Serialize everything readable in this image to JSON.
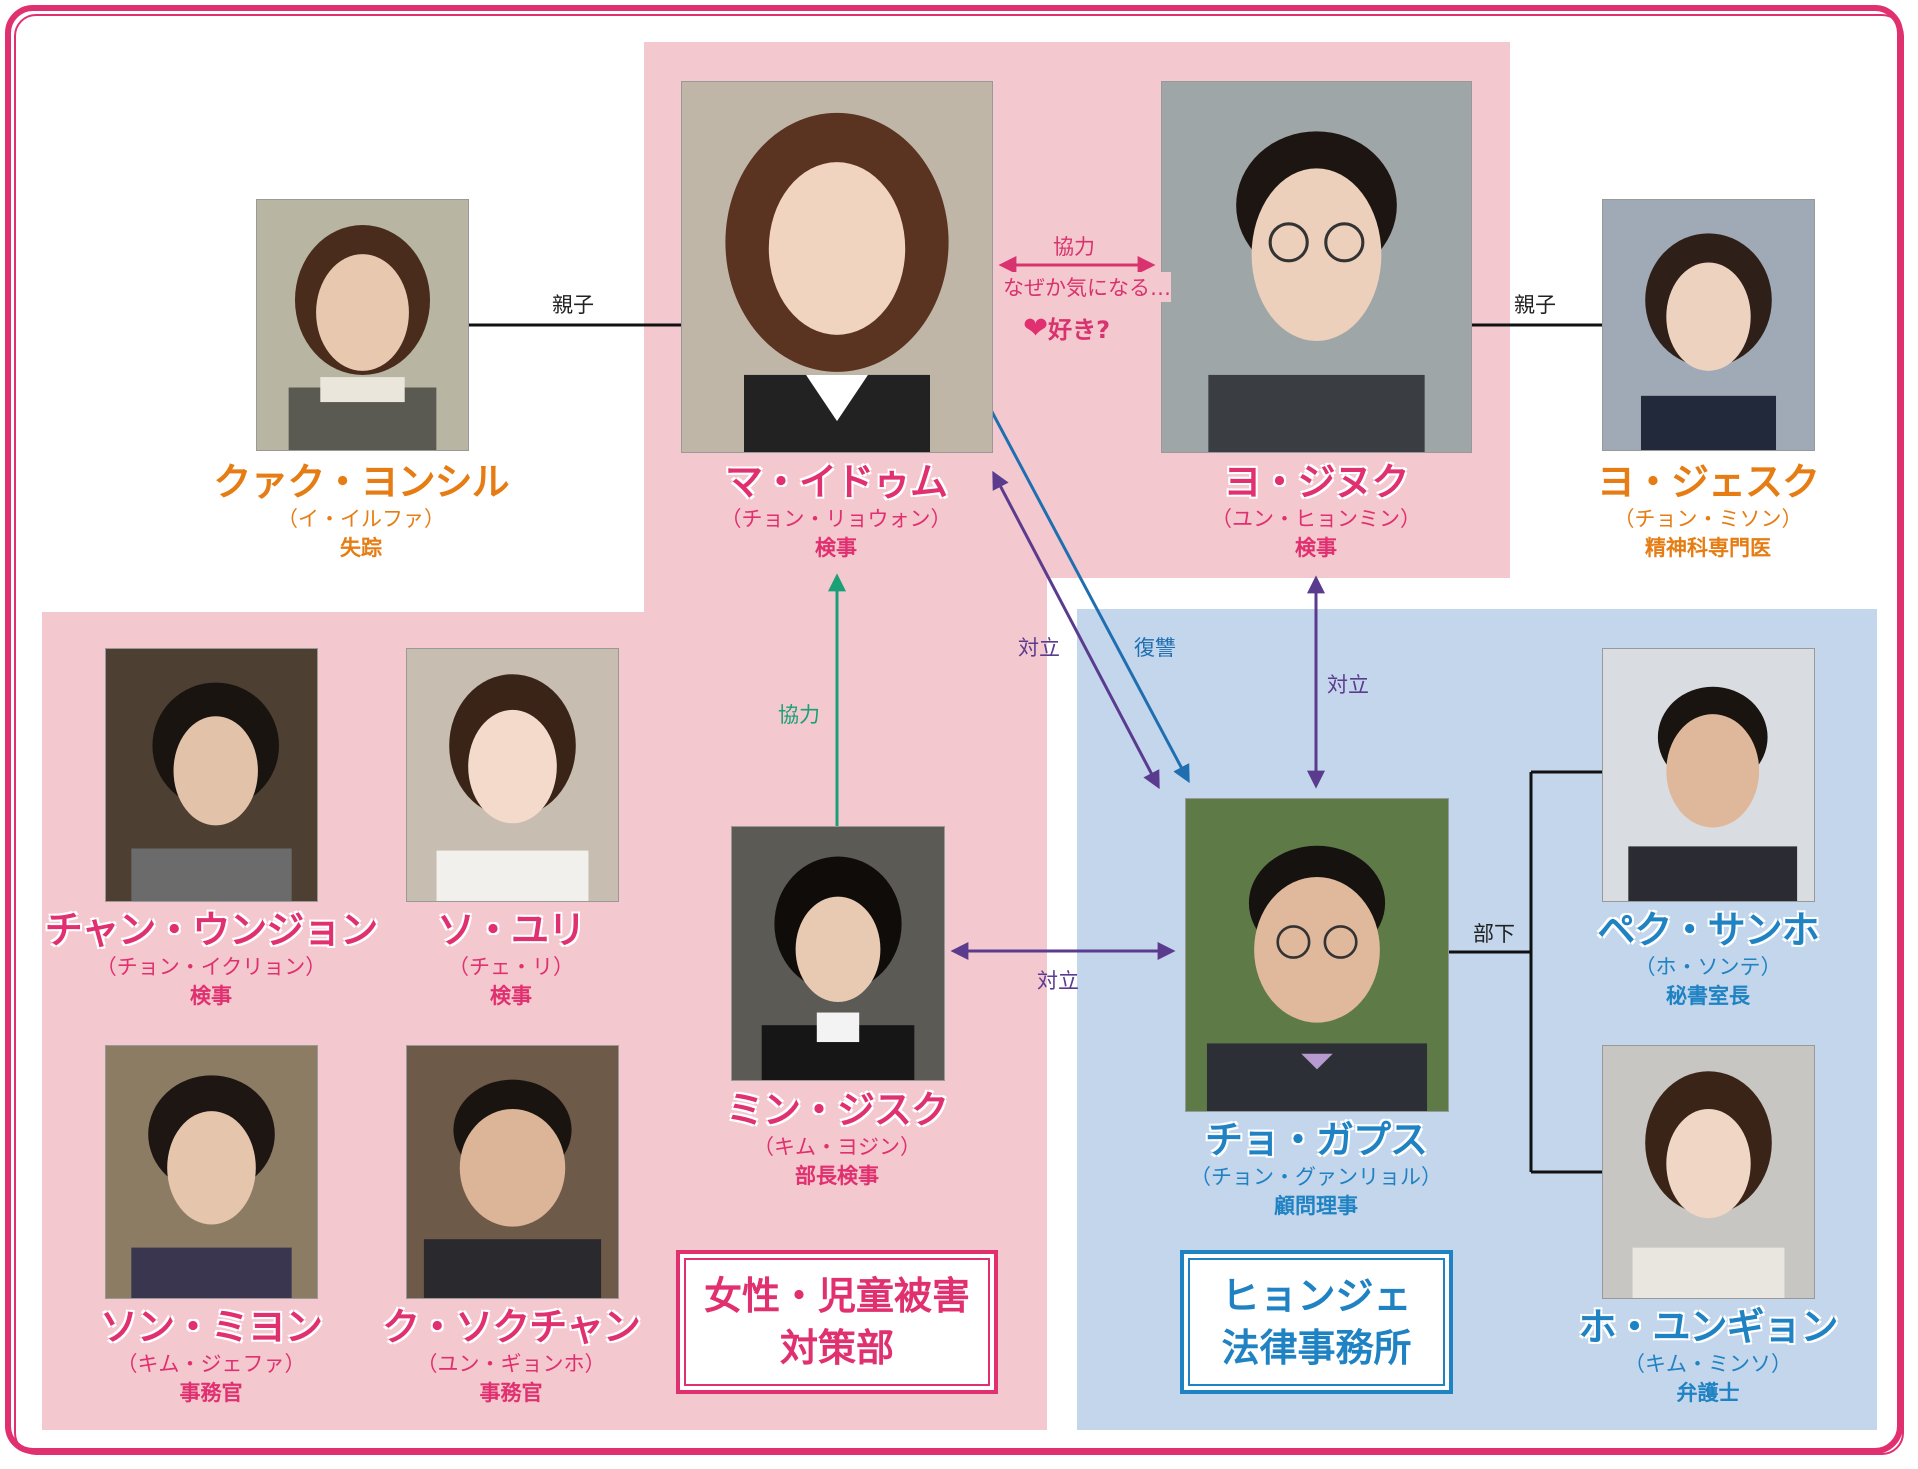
{
  "colors": {
    "frame": "#e0306f",
    "pink_area": "#f4c8cf",
    "blue_area": "#c3d6ec",
    "name_pink": "#e0306f",
    "name_orange": "#e57d14",
    "name_blue": "#1f82c3"
  },
  "characters": {
    "ma_idum": {
      "name": "マ・イドゥム",
      "actor": "（チョン・リョウォン）",
      "role": "検事"
    },
    "yo_jinuk": {
      "name": "ヨ・ジヌク",
      "actor": "（ユン・ヒョンミン）",
      "role": "検事"
    },
    "kwak": {
      "name": "クァク・ヨンシル",
      "actor": "（イ・イルファ）",
      "role": "失踪"
    },
    "yo_jesuk": {
      "name": "ヨ・ジェスク",
      "actor": "（チョン・ミソン）",
      "role": "精神科専門医"
    },
    "chan": {
      "name": "チャン・ウンジョン",
      "actor": "（チョン・イクリョン）",
      "role": "検事"
    },
    "so_yuri": {
      "name": "ソ・ユリ",
      "actor": "（チェ・リ）",
      "role": "検事"
    },
    "son": {
      "name": "ソン・ミヨン",
      "actor": "（キム・ジェファ）",
      "role": "事務官"
    },
    "ku": {
      "name": "ク・ソクチャン",
      "actor": "（ユン・ギョンホ）",
      "role": "事務官"
    },
    "min": {
      "name": "ミン・ジスク",
      "actor": "（キム・ヨジン）",
      "role": "部長検事"
    },
    "cho": {
      "name": "チョ・ガプス",
      "actor": "（チョン・グァンリョル）",
      "role": "顧問理事"
    },
    "pek": {
      "name": "ペク・サンホ",
      "actor": "（ホ・ソンテ）",
      "role": "秘書室長"
    },
    "ho": {
      "name": "ホ・ユンギョン",
      "actor": "（キム・ミンソ）",
      "role": "弁護士"
    }
  },
  "relations": {
    "oyako_left": "親子",
    "oyako_right": "親子",
    "kyoryoku_top": "協力",
    "nazeka": "なぜか気になる…",
    "suki": "好き?",
    "kyoryoku_min": "協力",
    "tairitsu_ma": "対立",
    "fukushu": "復讐",
    "tairitsu_yo": "対立",
    "tairitsu_min": "対立",
    "buka": "部下"
  },
  "departments": {
    "women_line1": "女性・児童被害",
    "women_line2": "対策部",
    "law_line1": "ヒョンジェ",
    "law_line2": "法律事務所"
  },
  "icons": [
    "heart-icon"
  ]
}
